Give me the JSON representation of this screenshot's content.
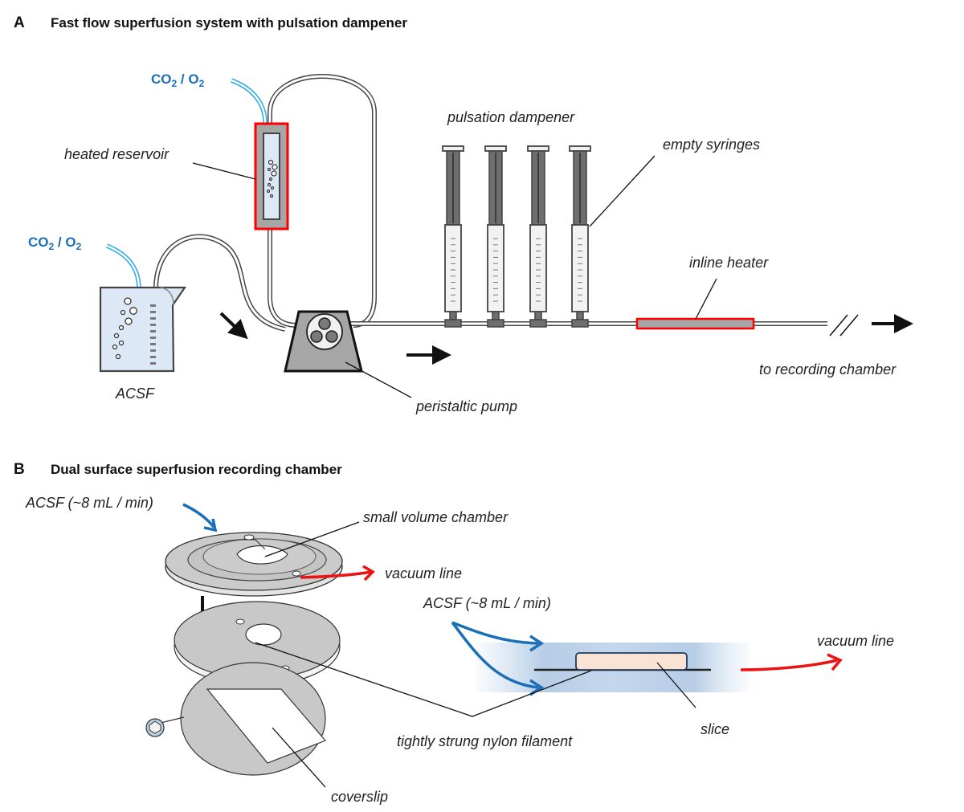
{
  "panel_a": {
    "letter": "A",
    "title": "Fast flow superfusion system with pulsation dampener",
    "gas_label_top": {
      "main": "CO",
      "sub1": "2",
      "mid": " / O",
      "sub2": "2"
    },
    "gas_label_left": {
      "main": "CO",
      "sub1": "2",
      "mid": " / O",
      "sub2": "2"
    },
    "labels": {
      "heated_reservoir": "heated reservoir",
      "acsf": "ACSF",
      "peristaltic_pump": "peristaltic pump",
      "pulsation_dampener": "pulsation dampener",
      "empty_syringes": "empty syringes",
      "inline_heater": "inline heater",
      "to_recording_chamber": "to recording chamber"
    },
    "syringe_count": 4,
    "colors": {
      "gas_line": "#29a9e8",
      "gas_text": "#1a6fb8",
      "heater_outline": "#ff0000",
      "device_gray": "#a6a6a6",
      "dark_gray": "#6e6e6e",
      "liquid": "#dce8f5"
    }
  },
  "panel_b": {
    "letter": "B",
    "title": "Dual surface superfusion recording chamber",
    "labels": {
      "acsf_flow_left": "ACSF (~8 mL / min)",
      "small_volume_chamber": "small volume chamber",
      "vacuum_line_left": "vacuum line",
      "acsf_flow_right": "ACSF (~8 mL / min)",
      "vacuum_line_right": "vacuum line",
      "nylon_filament": "tightly strung nylon filament",
      "slice": "slice",
      "coverslip": "coverslip"
    },
    "colors": {
      "inflow_arrow": "#1a6fb8",
      "vacuum_arrow": "#ee1111",
      "slice_fill": "#fbe3d3",
      "chamber_gray": "#c8c8c8"
    }
  }
}
